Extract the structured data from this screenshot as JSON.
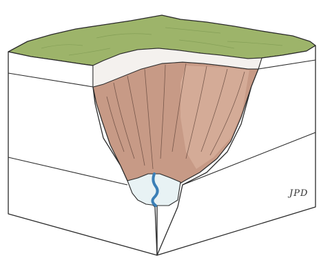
{
  "signature": {
    "text": "JPD"
  },
  "colors": {
    "grass": "#9db46a",
    "grass_edge": "#7f9a52",
    "valley_wall": "#c79a86",
    "valley_wall_light": "#dbb3a0",
    "block_face": "#ffffff",
    "outline": "#2a2a2a",
    "river": "#3b7fb6",
    "channel_fill": "#e8f2f4"
  },
  "icons": [
    "canyon-block-diagram",
    "river-channel"
  ]
}
